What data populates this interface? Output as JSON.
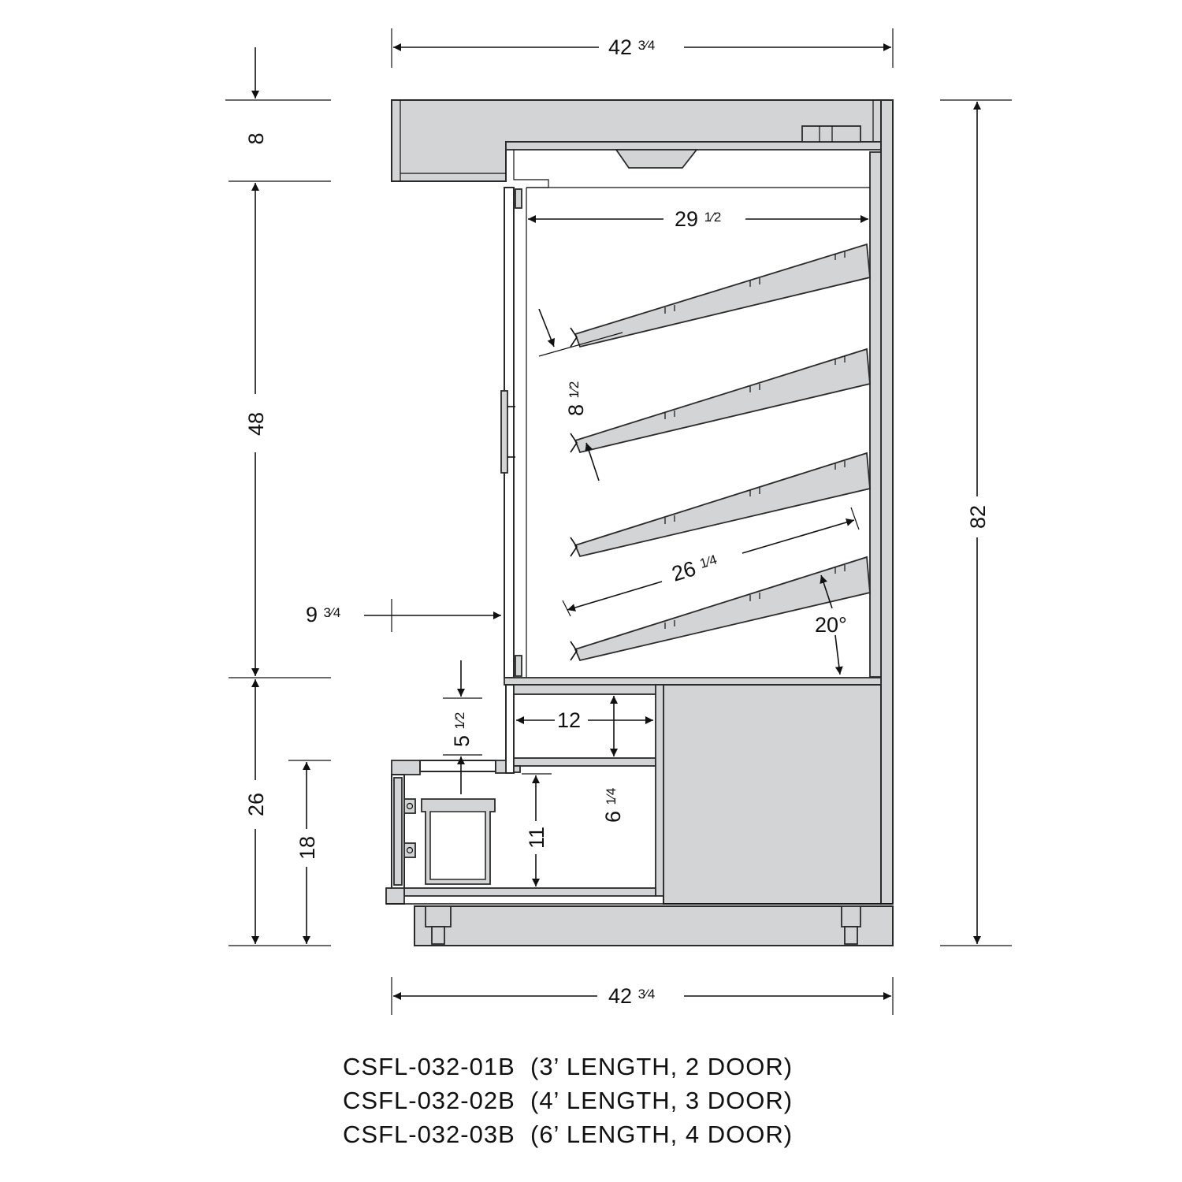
{
  "dimensions": {
    "overall_width_top": {
      "whole": "42",
      "fraction": "3⁄4"
    },
    "overall_width_bottom": {
      "whole": "42",
      "fraction": "3⁄4"
    },
    "canopy_height": "8",
    "display_height": "48",
    "base_height": "26",
    "front_ledge_height": "18",
    "overall_height": "82",
    "interior_width": {
      "whole": "29",
      "fraction": "1⁄2"
    },
    "shelf_spacing": {
      "whole": "8",
      "fraction": "1⁄2"
    },
    "shelf_depth": {
      "whole": "26",
      "fraction": "1⁄4"
    },
    "shelf_angle": "20°",
    "door_setback": {
      "whole": "9",
      "fraction": "3⁄4"
    },
    "step_height": {
      "whole": "5",
      "fraction": "1⁄2"
    },
    "drawer_width": "12",
    "drawer_height": {
      "whole": "6",
      "fraction": "1⁄4"
    },
    "bin_depth": "11"
  },
  "models": [
    "CSFL-032-01B  (3’ LENGTH, 2 DOOR)",
    "CSFL-032-02B  (4’ LENGTH, 3 DOOR)",
    "CSFL-032-03B  (6’ LENGTH, 4 DOOR)"
  ],
  "colors": {
    "cabinet_fill": "#d3d4d6",
    "line": "#111111"
  }
}
